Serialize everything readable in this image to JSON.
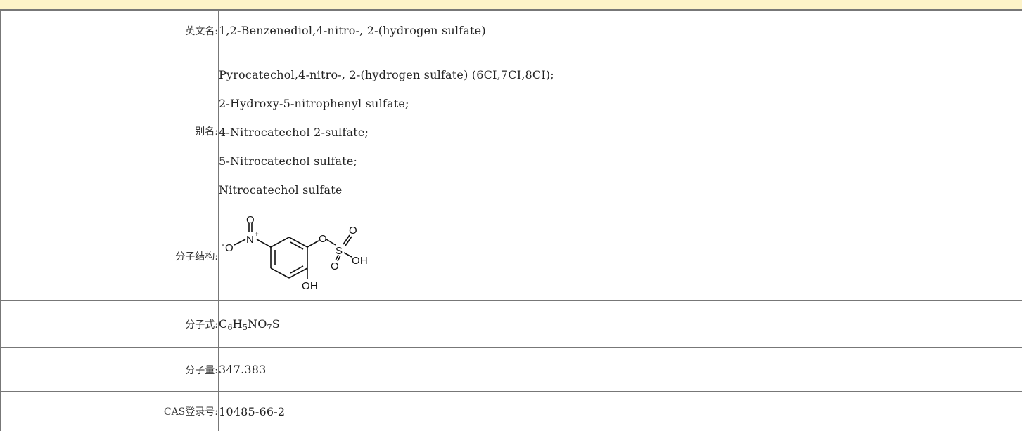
{
  "rows": {
    "english_name": {
      "label": "英文名:",
      "value": "1,2-Benzenediol,4-nitro-, 2-(hydrogen sulfate)"
    },
    "aliases": {
      "label": "别名:",
      "items": [
        "Pyrocatechol,4-nitro-, 2-(hydrogen sulfate) (6CI,7CI,8CI);",
        "2-Hydroxy-5-nitrophenyl sulfate;",
        "4-Nitrocatechol 2-sulfate;",
        "5-Nitrocatechol sulfate;",
        "Nitrocatechol sulfate"
      ]
    },
    "structure": {
      "label": "分子结构:",
      "atoms": {
        "o_top": "O",
        "n": "N",
        "plus": "+",
        "o_left": "O",
        "minus": "-",
        "o_ester": "O",
        "s": "S",
        "o_s_top": "O",
        "o_s_bottom": "O",
        "oh_s": "OH",
        "oh_ring": "OH"
      }
    },
    "formula": {
      "label": "分子式:",
      "parts": {
        "c": "C",
        "c_n": "6",
        "h": "H",
        "h_n": "5",
        "no": "NO",
        "o_n": "7",
        "s": "S"
      }
    },
    "weight": {
      "label": "分子量:",
      "value": "347.383"
    },
    "cas": {
      "label": "CAS登录号:",
      "value": "10485-66-2"
    }
  }
}
